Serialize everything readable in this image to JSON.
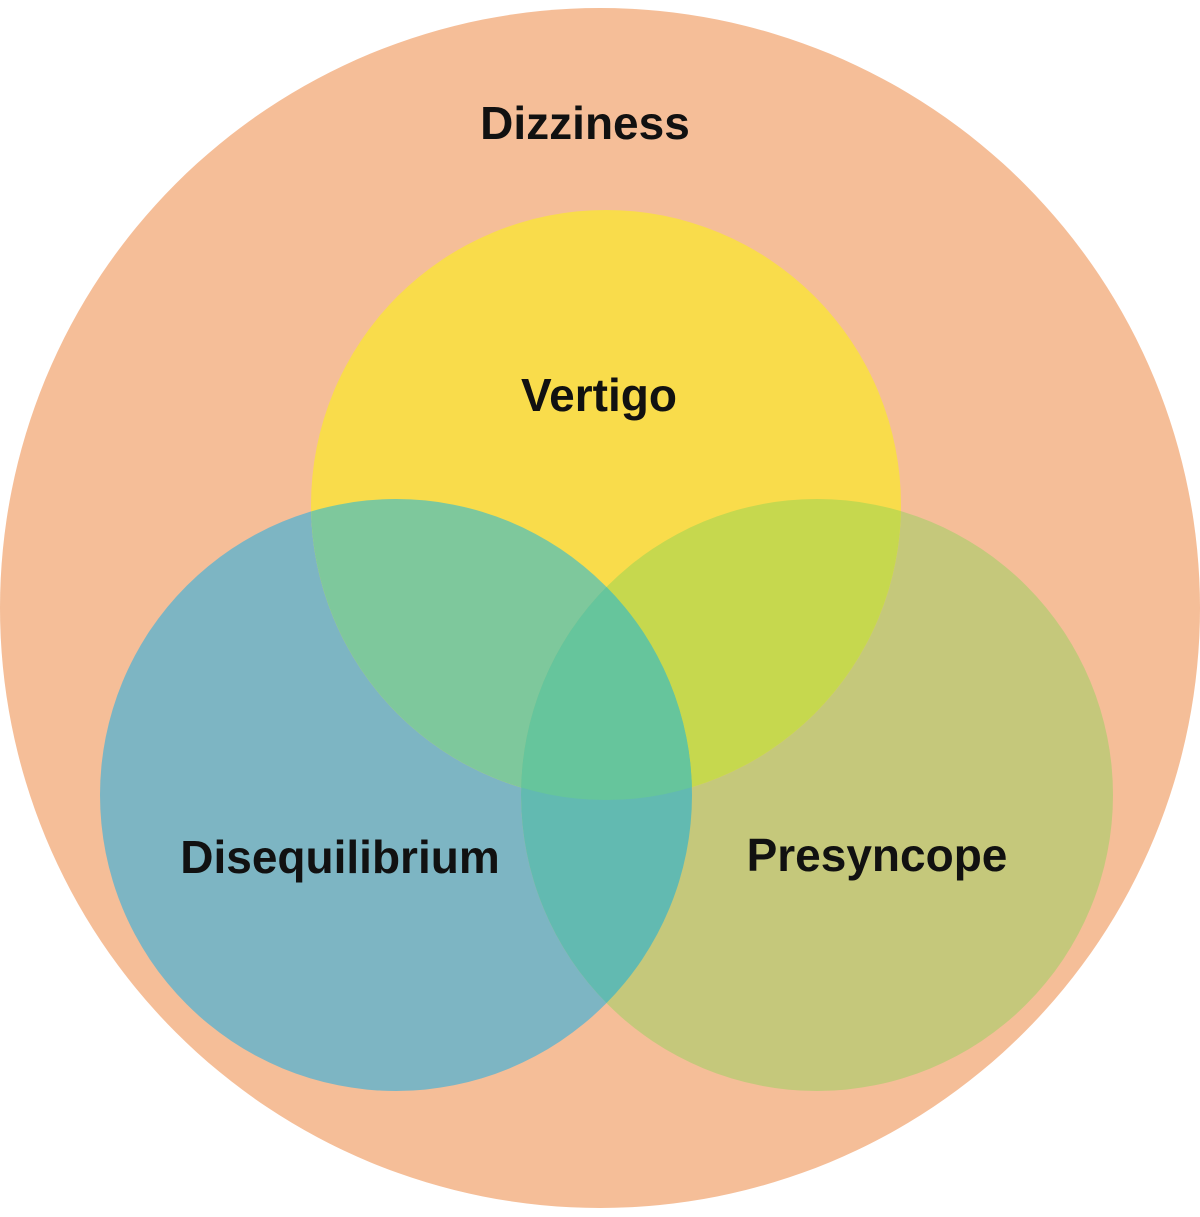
{
  "diagram": {
    "type": "venn",
    "outer": {
      "label": "Dizziness",
      "color": "#F5BE98"
    },
    "sets": {
      "vertigo": {
        "label": "Vertigo",
        "color": "#F9DC4B"
      },
      "disequilibrium": {
        "label": "Disequilibrium",
        "color": "#7DB5C3"
      },
      "presyncope": {
        "label": "Presyncope",
        "color": "#C5C87B"
      }
    },
    "overlaps": {
      "vertigo_disequilibrium": {
        "color": "#7EC89C"
      },
      "vertigo_presyncope": {
        "color": "#C6D84E"
      },
      "disequilibrium_presyncope": {
        "color": "#62BAB1"
      },
      "all_three": {
        "color": "#66C59C"
      }
    }
  }
}
